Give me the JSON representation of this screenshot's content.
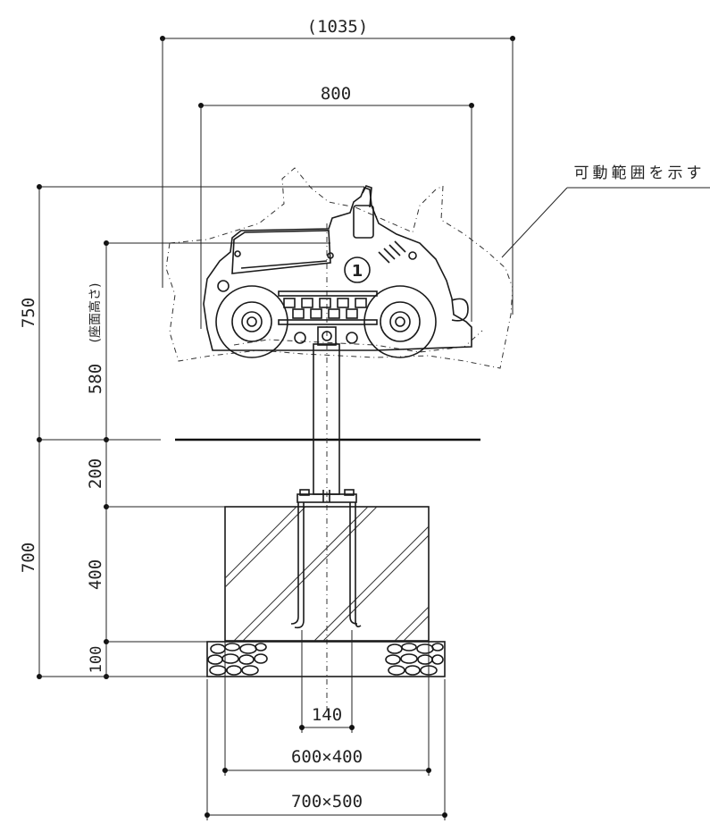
{
  "dimensions": {
    "movement_width": "(1035)",
    "body_width": "800",
    "total_height": "750",
    "seat_height": "580",
    "seat_height_note": "(座面高さ)",
    "post_height": "200",
    "foundation_depth": "700",
    "concrete_height": "400",
    "gravel_height": "100",
    "bolt_spacing": "140",
    "concrete_size": "600×400",
    "gravel_size": "700×500"
  },
  "annotations": {
    "range_of_motion": "可動範囲を示す"
  },
  "colors": {
    "line": "#1a1a1a",
    "background": "#ffffff"
  }
}
